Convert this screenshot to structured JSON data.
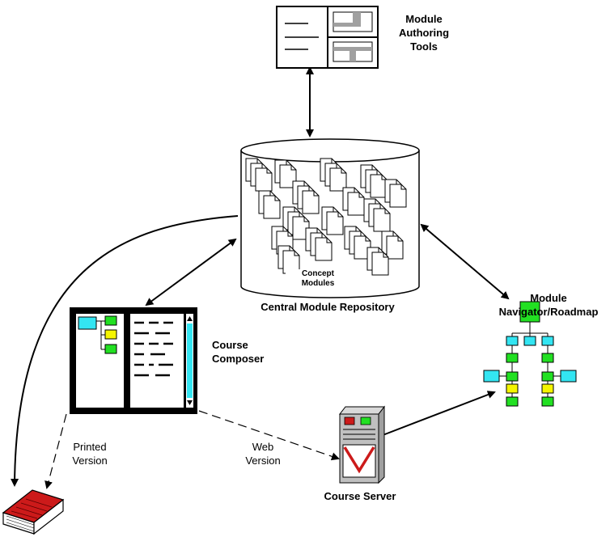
{
  "diagram": {
    "authoring_tools": {
      "label_lines": [
        "Module",
        "Authoring",
        "Tools"
      ],
      "icon": "authoring-tools-window-icon"
    },
    "repository": {
      "inner_label_lines": [
        "Concept",
        "Modules"
      ],
      "label": "Central Module Repository",
      "icon": "database-cylinder-icon"
    },
    "navigator": {
      "label_lines": [
        "Module",
        "Navigator/Roadmap"
      ],
      "icon": "tree-roadmap-icon"
    },
    "composer": {
      "label_lines": [
        "Course",
        "Composer"
      ],
      "icon": "composer-window-icon"
    },
    "server": {
      "label": "Course Server",
      "icon": "server-tower-icon"
    },
    "printed": {
      "label_lines": [
        "Printed",
        "Version"
      ],
      "icon": "red-book-icon"
    },
    "web": {
      "label_lines": [
        "Web",
        "Version"
      ]
    },
    "colors": {
      "cyan": "#33e5f2",
      "green": "#22e022",
      "yellow": "#f5f500",
      "red": "#cc1a1a",
      "gray": "#a0a0a0"
    }
  }
}
